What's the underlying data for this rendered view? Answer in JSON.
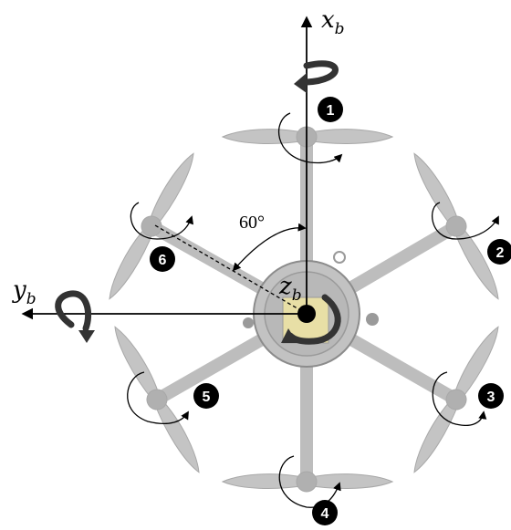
{
  "axes": {
    "x": {
      "letter": "x",
      "sub": "b"
    },
    "y": {
      "letter": "y",
      "sub": "b"
    },
    "z": {
      "letter": "z",
      "sub": "b"
    }
  },
  "angle_label": "60°",
  "rotors": [
    {
      "number": "1"
    },
    {
      "number": "2"
    },
    {
      "number": "3"
    },
    {
      "number": "4"
    },
    {
      "number": "5"
    },
    {
      "number": "6"
    }
  ],
  "colors": {
    "frame": "#bdbdbd",
    "frame_dark": "#8c8c8c",
    "hub_yellow": "#e8dfa6",
    "ink": "#000000",
    "arrow_dark": "#333333"
  }
}
